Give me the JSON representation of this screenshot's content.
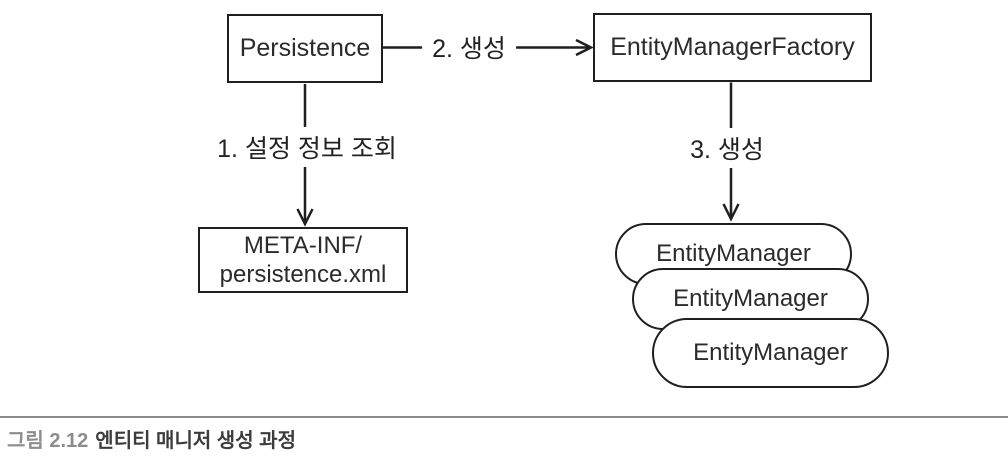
{
  "figure": {
    "nodes": {
      "persistence": "Persistence",
      "entity_manager_factory": "EntityManagerFactory",
      "meta_inf": {
        "line1": "META-INF/",
        "line2": "persistence.xml"
      },
      "entity_managers": [
        "EntityManager",
        "EntityManager",
        "EntityManager"
      ]
    },
    "edge_labels": {
      "step1": "1. 설정 정보 조회",
      "step2": "2. 생성",
      "step3": "3. 생성"
    },
    "colors": {
      "line": "#1f1f1f",
      "box_border": "#1f1f1f",
      "box_background": "#ffffff",
      "text": "#2b2b2b"
    }
  },
  "caption": {
    "figure_number": "그림 2.12",
    "title": "엔티티 매니저 생성 과정",
    "number_color": "#8c8c8c",
    "title_color": "#3c3c3c",
    "rule_color": "#8a8a8a"
  }
}
